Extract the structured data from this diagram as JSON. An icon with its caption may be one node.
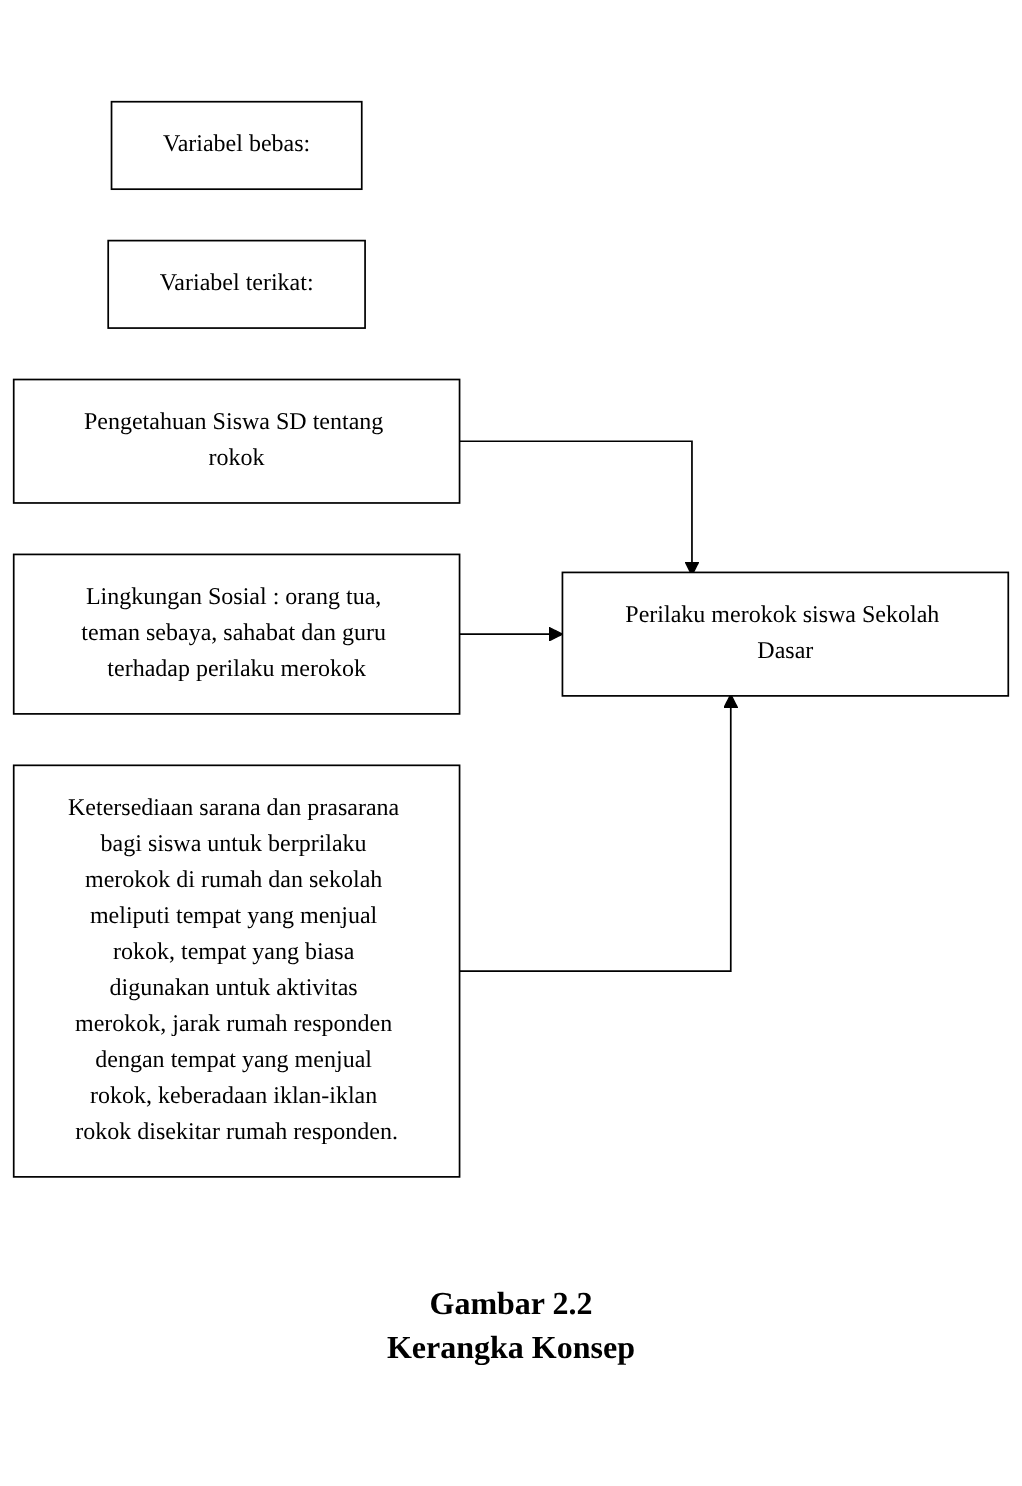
{
  "diagram": {
    "caption": "Gambar 2.2",
    "nodes": [
      {
        "text": [
          "Variabel bebas:"
        ]
      },
      {
        "text": [
          "Variabel terikat:"
        ]
      },
      {
        "text": [
          "Pengetahuan Siswa SD tentang rokok"
        ]
      },
      {
        "text": [
          "Lingkungan Sosial : orang tua, teman sebaya, sahabat dan guru terhadap perilaku merokok"
        ]
      },
      {
        "text": [
          "Ketersediaan sarana dan prasarana bagi siswa untuk berprilaku merokok di rumah dan sekolah meliputi tempat yang menjual rokok, tempat yang biasa digunakan untuk aktivitas merokok, jarak rumah responden dengan tempat yang menjual rokok, keberadaan iklan-iklan rokok disekitar rumah responden."
        ]
      },
      {
        "text": [
          "Perilaku merokok siswa Sekolah Dasar"
        ]
      }
    ],
    "edges": [
      {
        "from": 2,
        "to": 5,
        "arrow": "to"
      },
      {
        "from": 3,
        "to": 5,
        "arrow": "to"
      },
      {
        "from": 4,
        "to": 5,
        "arrow": "to"
      }
    ],
    "labels": [
      "Kerangka Konsep"
    ]
  }
}
